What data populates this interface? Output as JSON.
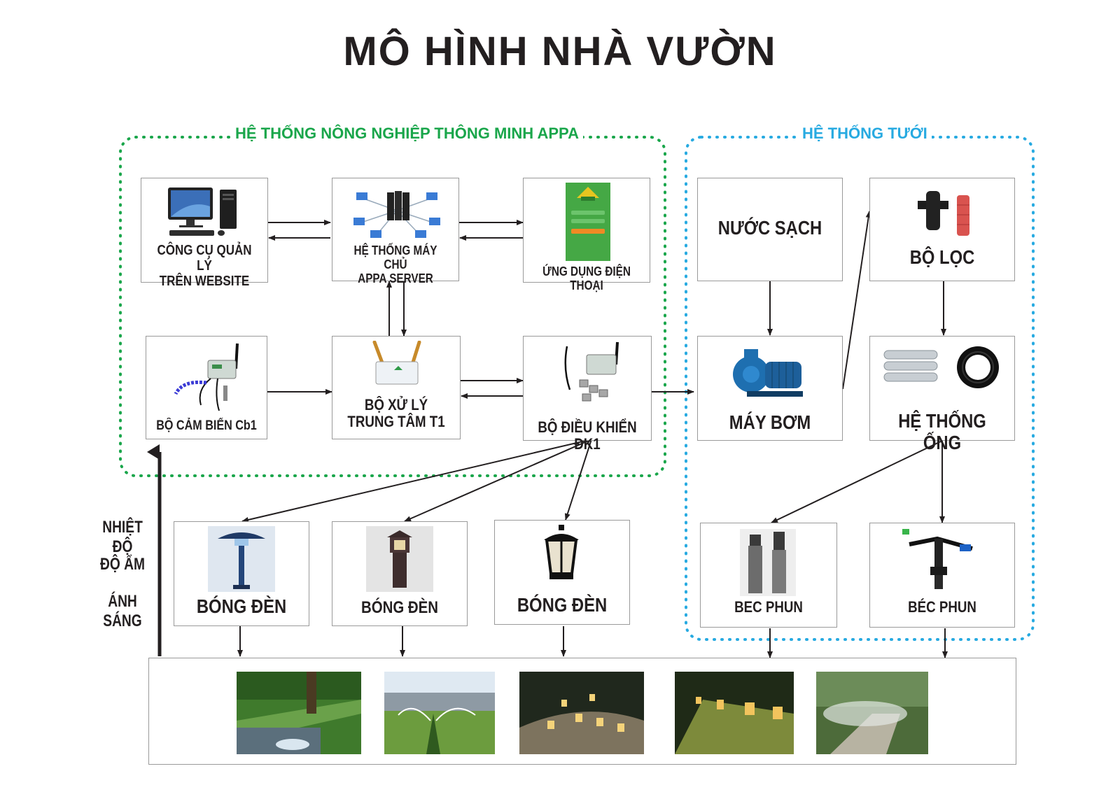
{
  "title": "MÔ HÌNH NHÀ VƯỜN",
  "groups": {
    "appa": "HỆ THỐNG NÔNG NGHIỆP THÔNG MINH APPA",
    "tuoi": "HỆ THỐNG TƯỚI"
  },
  "nodes": {
    "web_tool": [
      "CÔNG CỤ QUẢN LÝ",
      "TRÊN WEBSITE"
    ],
    "server": [
      "HỆ THỐNG  MÁY CHỦ",
      "APPA SERVER"
    ],
    "mobile_app": "ỨNG DỤNG ĐIỆN THOẠI",
    "sensor": "BỘ CẢM BIẾN Cb1",
    "processor": [
      "BỘ XỬ LÝ",
      "TRUNG TÂM T1"
    ],
    "controller": "BỘ ĐIỀU KHIỂN ĐK1",
    "clean_water": "NƯỚC SẠCH",
    "filter": "BỘ LỌC",
    "pump": "MÁY BƠM",
    "pipes": "HỆ THỐNG ỐNG",
    "lamp_1": "BÓNG ĐÈN",
    "lamp_2": "BÓNG ĐÈN",
    "lamp_3": "BÓNG ĐÈN",
    "sprinkler_1": "BEC PHUN",
    "sprinkler_2": "BÉC PHUN"
  },
  "sensor_inputs": [
    "NHIỆT ĐỘ",
    "ĐỘ ẨM",
    "ÁNH SÁNG"
  ],
  "colors": {
    "appa_border": "#1aa64b",
    "tuoi_border": "#27aae1",
    "text": "#231f20",
    "box_border": "#9a9a9a"
  }
}
